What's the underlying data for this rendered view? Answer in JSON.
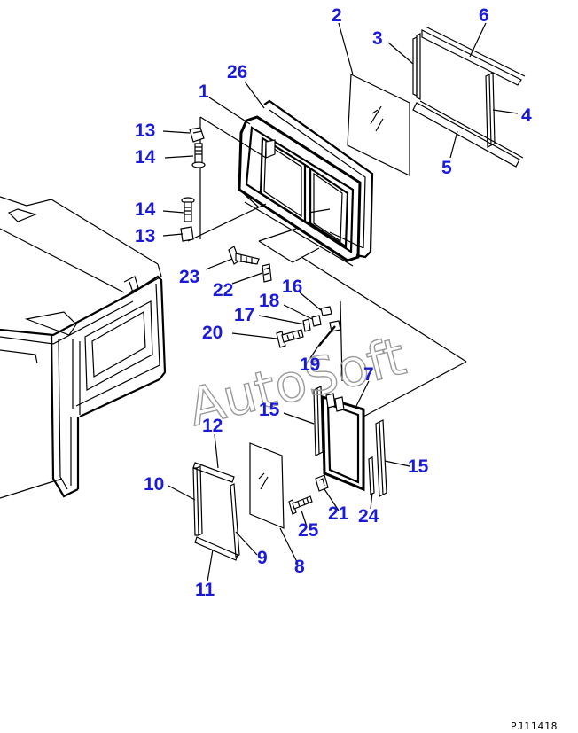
{
  "diagram": {
    "part_labels": {
      "p1": "1",
      "p2": "2",
      "p3": "3",
      "p4": "4",
      "p5": "5",
      "p6": "6",
      "p7": "7",
      "p8": "8",
      "p9": "9",
      "p10": "10",
      "p11": "11",
      "p12": "12",
      "p13a": "13",
      "p13b": "13",
      "p14a": "14",
      "p14b": "14",
      "p15a": "15",
      "p15b": "15",
      "p16": "16",
      "p17": "17",
      "p18": "18",
      "p19": "19",
      "p20": "20",
      "p21": "21",
      "p22": "22",
      "p23": "23",
      "p24": "24",
      "p25": "25",
      "p26": "26"
    },
    "watermark": "AutoSoft",
    "reference_code": "PJ11418"
  }
}
